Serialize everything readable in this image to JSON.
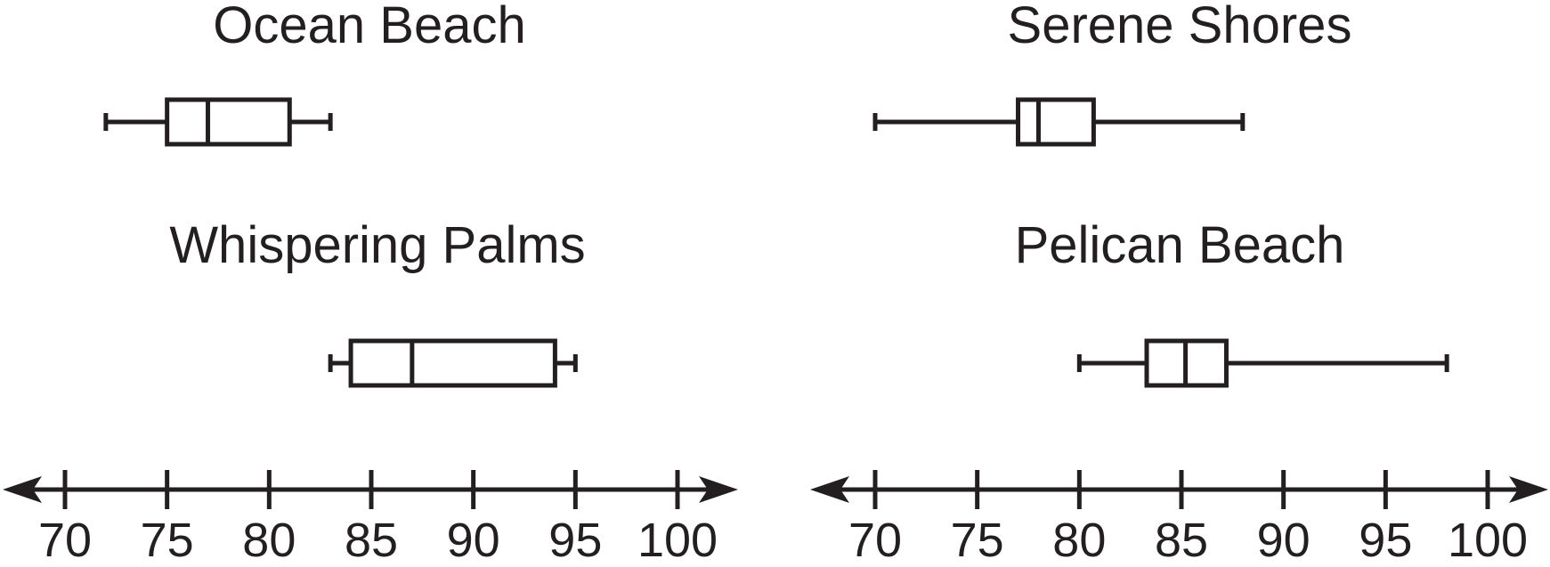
{
  "chart_data": [
    {
      "type": "boxplot",
      "title": "Ocean Beach",
      "xlim": [
        70,
        100
      ],
      "ticks": [
        "70",
        "75",
        "80",
        "85",
        "90",
        "95",
        "100"
      ],
      "box": {
        "min": 72,
        "q1": 75,
        "median": 77,
        "q3": 81,
        "max": 83
      }
    },
    {
      "type": "boxplot",
      "title": "Serene Shores",
      "xlim": [
        70,
        100
      ],
      "ticks": [
        "70",
        "75",
        "80",
        "85",
        "90",
        "95",
        "100"
      ],
      "box": {
        "min": 70,
        "q1": 77,
        "median": 78,
        "q3": 80.7,
        "max": 88
      }
    },
    {
      "type": "boxplot",
      "title": "Whispering Palms",
      "xlim": [
        70,
        100
      ],
      "ticks": [
        "70",
        "75",
        "80",
        "85",
        "90",
        "95",
        "100"
      ],
      "box": {
        "min": 83,
        "q1": 84,
        "median": 87,
        "q3": 94,
        "max": 95
      }
    },
    {
      "type": "boxplot",
      "title": "Pelican Beach",
      "xlim": [
        70,
        100
      ],
      "ticks": [
        "70",
        "75",
        "80",
        "85",
        "90",
        "95",
        "100"
      ],
      "box": {
        "min": 80,
        "q1": 83.3,
        "median": 85.2,
        "q3": 87.2,
        "max": 98
      }
    }
  ],
  "colors": {
    "ink": "#231f20",
    "background": "#ffffff"
  }
}
